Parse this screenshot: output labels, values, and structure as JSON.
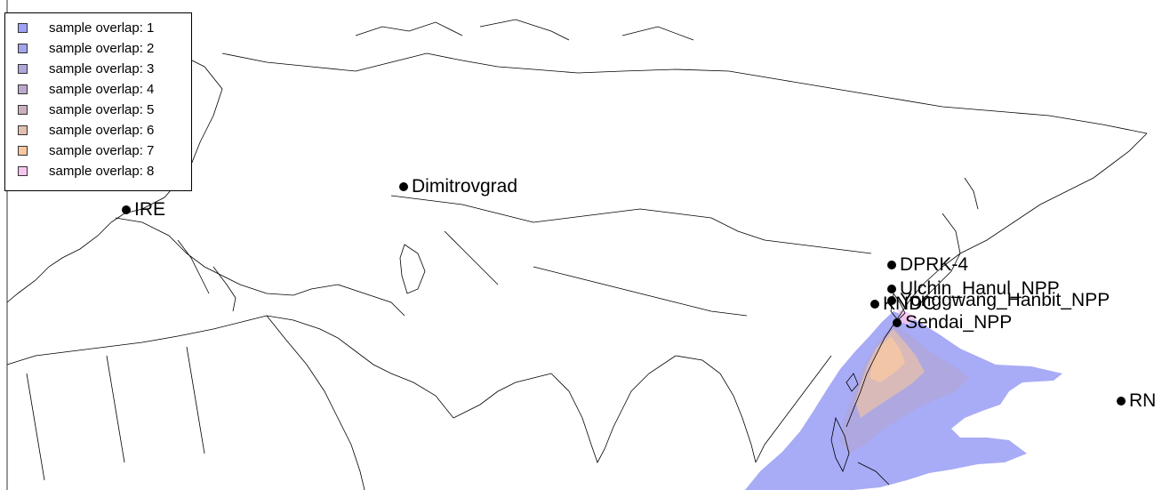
{
  "legend": {
    "items": [
      {
        "label": "sample overlap: 1",
        "color": "#9fa2f4"
      },
      {
        "label": "sample overlap: 2",
        "color": "#a3a3ee"
      },
      {
        "label": "sample overlap: 3",
        "color": "#afa6dc"
      },
      {
        "label": "sample overlap: 4",
        "color": "#bca8cc"
      },
      {
        "label": "sample overlap: 5",
        "color": "#cbb0c0"
      },
      {
        "label": "sample overlap: 6",
        "color": "#e3bfae"
      },
      {
        "label": "sample overlap: 7",
        "color": "#f7c8a2"
      },
      {
        "label": "sample overlap: 8",
        "color": "#f7c6ee"
      }
    ]
  },
  "sites": [
    {
      "label": "Dimitrovgrad"
    },
    {
      "label": "IRE"
    },
    {
      "label": "DPRK-4"
    },
    {
      "label": "Ulchin_Hanul_NPP"
    },
    {
      "label": "Yonggwang_Hanbit_NPP"
    },
    {
      "label": "KNDC"
    },
    {
      "label": "Sendai_NPP"
    },
    {
      "label": "RN"
    }
  ],
  "colors": {
    "plume_outer": "#9fa2f4",
    "plume_mid": "#afa6dc",
    "plume_inner": "#e3bfae",
    "plume_core": "#f7c8a2",
    "coastline": "#000000"
  }
}
